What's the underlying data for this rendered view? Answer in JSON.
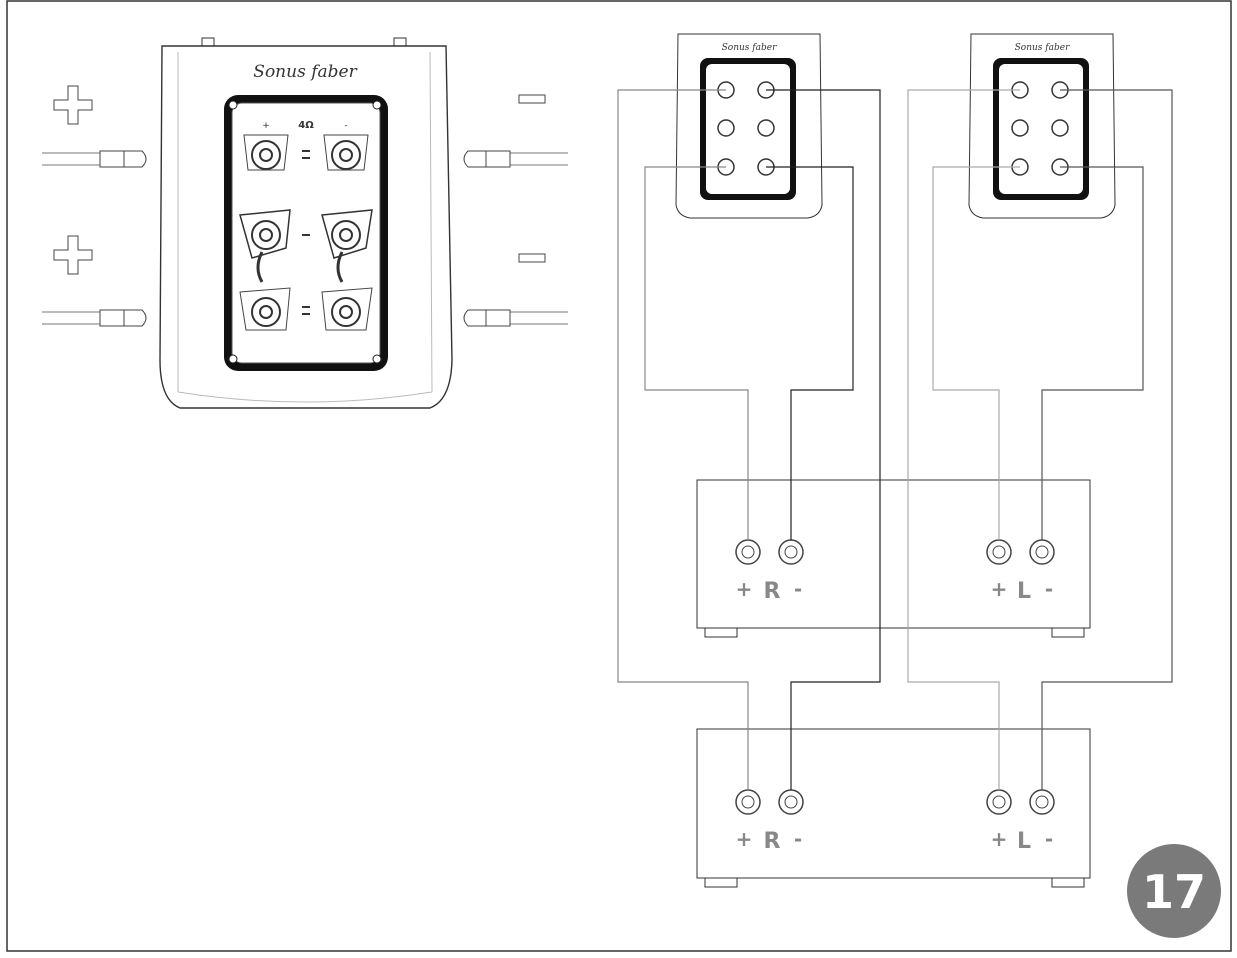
{
  "brand_main": "Sonus faber",
  "brand_small_left": "Sonus faber",
  "brand_small_right": "Sonus faber",
  "impedance": "4Ω",
  "terminal_plus": "+",
  "terminal_minus": "-",
  "amp_top": {
    "left_channel": {
      "plus": "+",
      "letter": "R",
      "minus": "-"
    },
    "right_channel": {
      "plus": "+",
      "letter": "L",
      "minus": "-"
    }
  },
  "amp_bottom": {
    "left_channel": {
      "plus": "+",
      "letter": "R",
      "minus": "-"
    },
    "right_channel": {
      "plus": "+",
      "letter": "L",
      "minus": "-"
    }
  },
  "page_number": "17",
  "colors": {
    "line": "#222222",
    "light_line": "#999999",
    "panel": "#111111",
    "badge": "#7a7a7a",
    "label": "#888888"
  }
}
